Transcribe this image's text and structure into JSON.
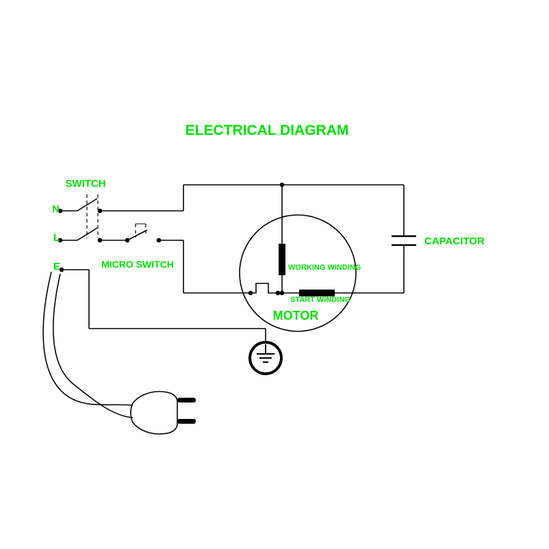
{
  "diagram": {
    "title": "ELECTRICAL DIAGRAM",
    "labels": {
      "switch": "SWITCH",
      "neutral": "N",
      "live": "L",
      "earth": "E",
      "micro_switch": "MICRO SWITCH",
      "capacitor": "CAPACITOR",
      "working_winding": "WORKING WINDING",
      "start_winding": "START WINDING",
      "motor": "MOTOR"
    },
    "colors": {
      "label_green": "#00e000",
      "line_black": "#000000",
      "background": "#ffffff"
    }
  }
}
